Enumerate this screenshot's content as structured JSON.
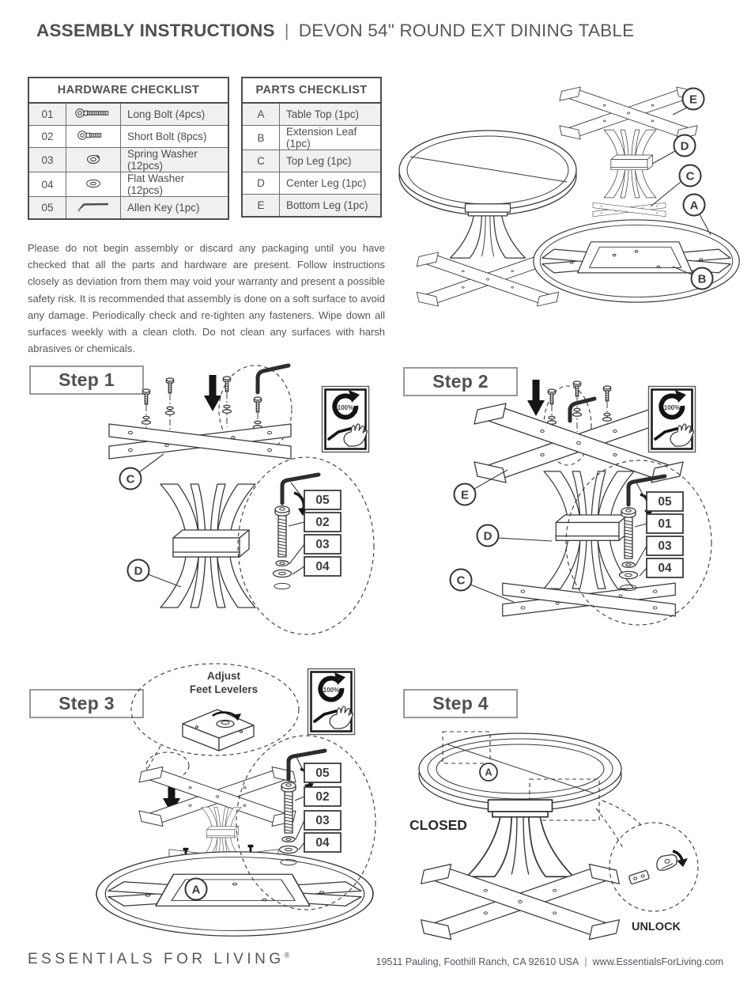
{
  "header": {
    "title_left": "ASSEMBLY INSTRUCTIONS",
    "divider": "|",
    "title_right": "DEVON 54\" ROUND EXT DINING TABLE"
  },
  "hardware_checklist": {
    "title": "HARDWARE CHECKLIST",
    "rows": [
      {
        "num": "01",
        "icon": "long-bolt-icon",
        "label": "Long Bolt (4pcs)"
      },
      {
        "num": "02",
        "icon": "short-bolt-icon",
        "label": "Short Bolt (8pcs)"
      },
      {
        "num": "03",
        "icon": "spring-washer-icon",
        "label": "Spring Washer (12pcs)"
      },
      {
        "num": "04",
        "icon": "flat-washer-icon",
        "label": "Flat Washer (12pcs)"
      },
      {
        "num": "05",
        "icon": "allen-key-icon",
        "label": "Allen Key (1pc)"
      }
    ]
  },
  "parts_checklist": {
    "title": "PARTS CHECKLIST",
    "rows": [
      {
        "letter": "A",
        "label": "Table Top (1pc)"
      },
      {
        "letter": "B",
        "label": "Extension Leaf (1pc)"
      },
      {
        "letter": "C",
        "label": "Top Leg (1pc)"
      },
      {
        "letter": "D",
        "label": "Center Leg (1pc)"
      },
      {
        "letter": "E",
        "label": "Bottom Leg (1pc)"
      }
    ]
  },
  "intro_paragraph": "Please do not begin assembly or discard any packaging until you have checked that all the parts and hardware are present. Follow instructions closely as deviation from them may void your warranty and present a possible safety risk. It is recommended that assembly is done on a soft surface to avoid any damage. Periodically check and re-tighten any fasteners. Wipe down all surfaces weekly with a clean cloth. Do not clean any surfaces with harsh abrasives or chemicals.",
  "overview": {
    "labels": {
      "table_top": "A",
      "extension_leaf": "B",
      "top_leg": "C",
      "center_leg": "D",
      "bottom_leg": "E"
    }
  },
  "tighten_badge": {
    "label": "100%"
  },
  "steps": {
    "step1": {
      "title": "Step 1",
      "labels": {
        "top_leg": "C",
        "center_leg": "D"
      },
      "callout": [
        "05",
        "02",
        "03",
        "04"
      ]
    },
    "step2": {
      "title": "Step 2",
      "labels": {
        "bottom_leg": "E",
        "center_leg": "D",
        "top_leg": "C"
      },
      "callout": [
        "05",
        "01",
        "03",
        "04"
      ]
    },
    "step3": {
      "title": "Step 3",
      "annotation_line1": "Adjust",
      "annotation_line2": "Feet Levelers",
      "labels": {
        "table_top": "A"
      },
      "callout": [
        "05",
        "02",
        "03",
        "04"
      ]
    },
    "step4": {
      "title": "Step 4",
      "labels": {
        "table_top": "A"
      },
      "state_label": "CLOSED",
      "action_label": "UNLOCK"
    }
  },
  "footer": {
    "brand": "ESSENTIALS FOR LIVING",
    "reg_mark": "®",
    "address": "19511 Pauling, Foothill Ranch, CA 92610 USA",
    "divider": "|",
    "website": "www.EssentialsForLiving.com"
  }
}
